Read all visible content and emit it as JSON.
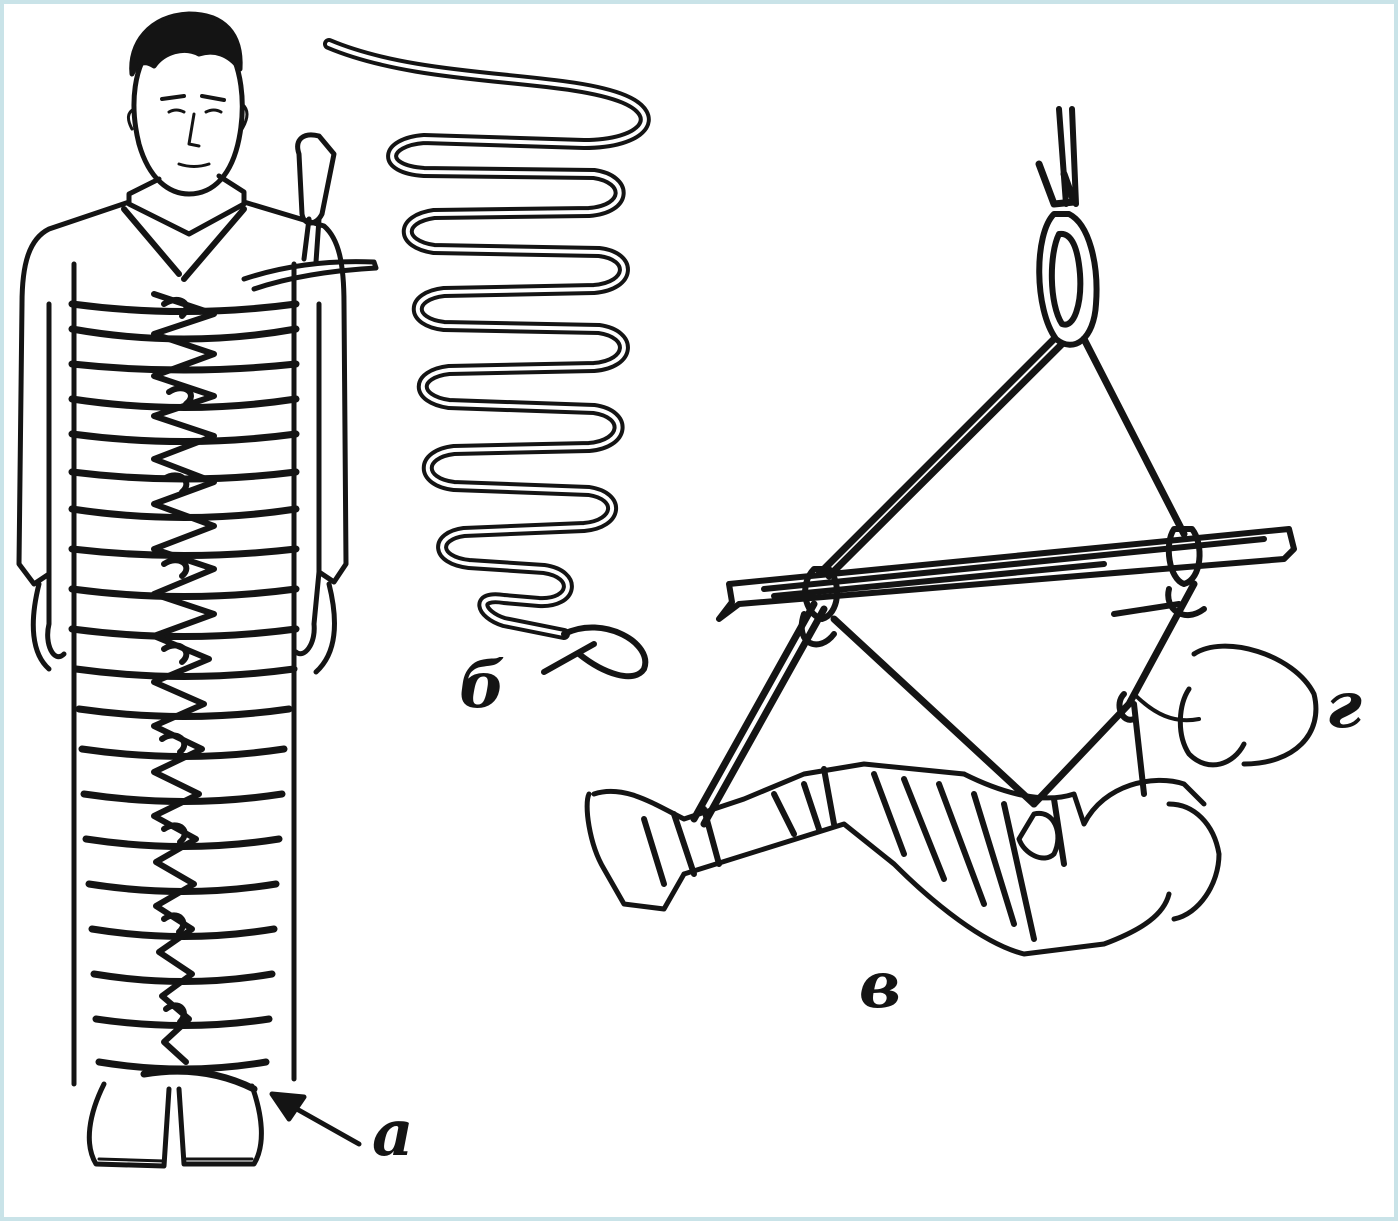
{
  "labels": {
    "a": "а",
    "b": "б",
    "v": "в",
    "g": "г"
  },
  "colors": {
    "ink": "#141414",
    "paper": "#ffffff",
    "frame": "#c9e3e8"
  }
}
